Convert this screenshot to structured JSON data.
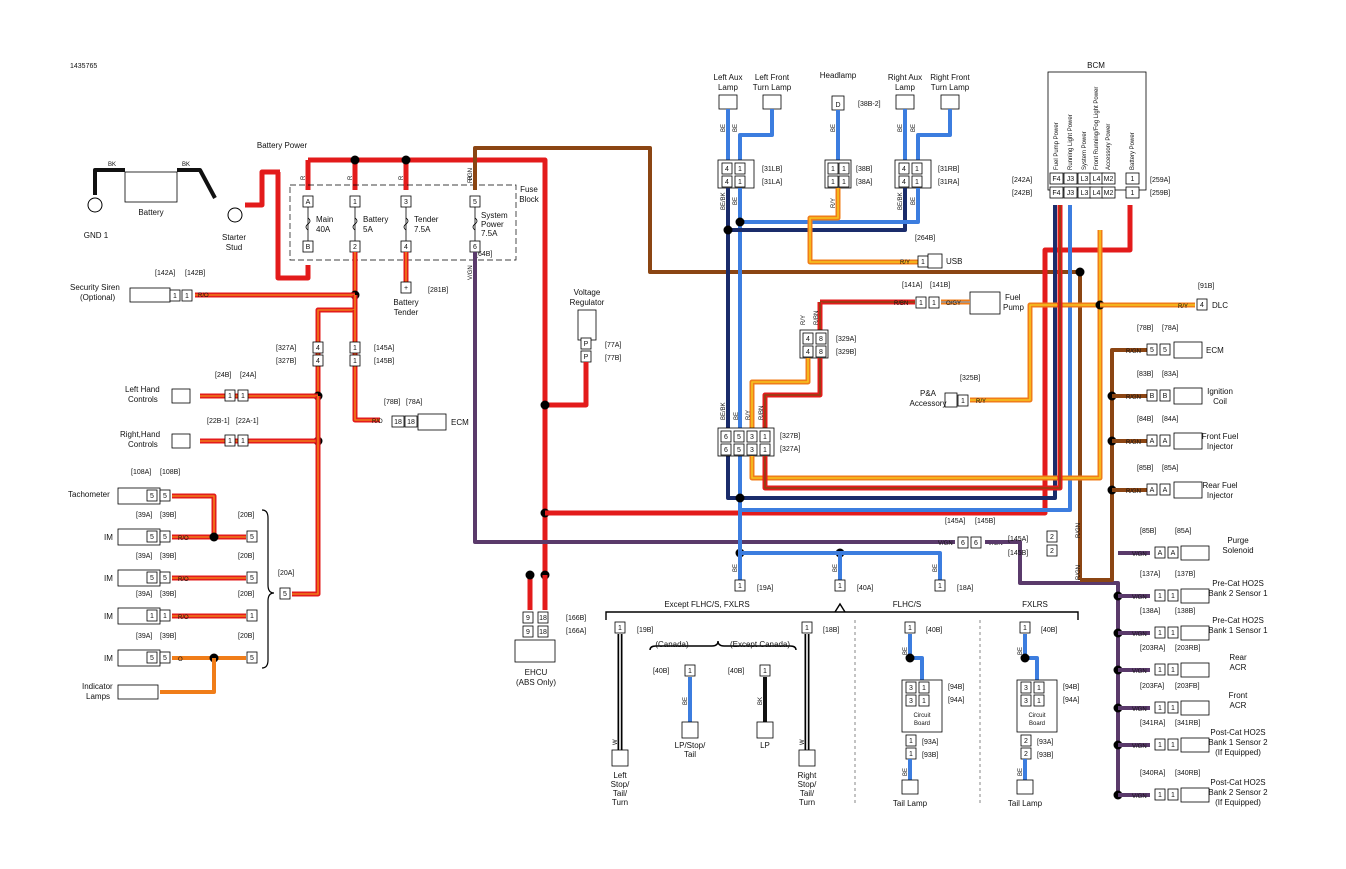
{
  "doc_id": "1435765",
  "colors": {
    "red": "#e31b1b",
    "red_orange": "#e8431c",
    "orange": "#f07d19",
    "yellow": "#f5c51f",
    "blue": "#3c7ddf",
    "navy": "#1a2c6b",
    "brown": "#8b4513",
    "violet": "#5a3a6b",
    "black": "#111111",
    "gray": "#9a9a9a"
  },
  "wire_codes": {
    "R": "R",
    "RO": "R/O",
    "O": "O",
    "W": "W",
    "BK": "BK",
    "BE": "BE",
    "RY": "R/Y",
    "RBN": "R/BN",
    "BEBK": "BE/BK",
    "VGN": "V/GN",
    "RGN": "R/GN",
    "OGY": "O/GY"
  },
  "battery": {
    "title": "Battery Power",
    "battery_label": "Battery",
    "gnd_label": "GND 1",
    "starter_label": "Starter",
    "stud_label": "Stud"
  },
  "fuse_block": {
    "title_line1": "Fuse",
    "title_line2": "Block",
    "connector": "[64B]",
    "fuses": [
      {
        "top": "A",
        "bottom": "B",
        "name": "Main",
        "rating": "40A"
      },
      {
        "top": "1",
        "bottom": "2",
        "name": "Battery",
        "rating": "5A"
      },
      {
        "top": "3",
        "bottom": "4",
        "name": "Tender",
        "rating": "7.5A"
      },
      {
        "top": "5",
        "bottom": "6",
        "name_line1": "System",
        "name_line2": "Power",
        "rating": "7.5A"
      }
    ],
    "tender_pin": "+",
    "tender_conn": "[281B]",
    "tender_label_line1": "Battery",
    "tender_label_line2": "Tender"
  },
  "left_side": {
    "security_siren": {
      "conn_a": "[142A]",
      "conn_b": "[142B]",
      "label_line1": "Security Siren",
      "label_line2": "(Optional)",
      "pin": "1"
    },
    "conn_327": {
      "a": "[327A]",
      "b": "[327B]",
      "pin": "4"
    },
    "conn_145": {
      "a": "[145A]",
      "b": "[145B]",
      "pin": "1"
    },
    "left_hand": {
      "conn_b": "[24B]",
      "conn_a": "[24A]",
      "label_line1": "Left Hand",
      "label_line2": "Controls",
      "pin": "1"
    },
    "right_hand": {
      "conn_b": "[22B-1]",
      "conn_a": "[22A-1]",
      "label_line1": "Right,Hand",
      "label_line2": "Controls",
      "pin": "1"
    },
    "ecm": {
      "conn_b": "[78B]",
      "conn_a": "[78A]",
      "label": "ECM",
      "pin": "18"
    },
    "tachometer": {
      "conn_a": "[108A]",
      "conn_b": "[108B]",
      "label": "Tachometer",
      "pin": "5"
    },
    "im_rows": [
      {
        "conn_a": "[39A]",
        "conn_b": "[39B]",
        "label": "IM",
        "pin": "5",
        "conn_20": "[20B]"
      },
      {
        "conn_a": "[39A]",
        "conn_b": "[39B]",
        "label": "IM",
        "pin": "5",
        "conn_20": "[20B]"
      },
      {
        "conn_a": "[39A]",
        "conn_b": "[39B]",
        "label": "IM",
        "pin": "1",
        "conn_20": "[20B]"
      },
      {
        "conn_a": "[39A]",
        "conn_b": "[39B]",
        "label": "IM",
        "pin": "5",
        "conn_20": "[20B]"
      }
    ],
    "conn_20a": "[20A]",
    "indicator_lamps_line1": "Indicator",
    "indicator_lamps_line2": "Lamps"
  },
  "voltage_regulator": {
    "label_line1": "Voltage",
    "label_line2": "Regulator",
    "pin": "P",
    "conn_a": "[77A]",
    "conn_b": "[77B]"
  },
  "ehcu": {
    "label_line1": "EHCU",
    "label_line2": "(ABS Only)",
    "conn_b": "[166B]",
    "conn_a": "[166A]",
    "pins": [
      "9",
      "18"
    ]
  },
  "top_lamps": {
    "left_aux": {
      "label_line1": "Left Aux",
      "label_line2": "Lamp"
    },
    "left_front_turn": {
      "label_line1": "Left Front",
      "label_line2": "Turn Lamp"
    },
    "headlamp": {
      "label": "Headlamp",
      "pin": "D",
      "conn": "[38B-2]"
    },
    "right_aux": {
      "label_line1": "Right Aux",
      "label_line2": "Lamp"
    },
    "right_front_turn": {
      "label_line1": "Right Front",
      "label_line2": "Turn Lamp"
    },
    "conn_31l": {
      "b": "[31LB]",
      "a": "[31LA]"
    },
    "conn_38": {
      "b": "[38B]",
      "a": "[38A]"
    },
    "conn_31r": {
      "b": "[31RB]",
      "a": "[31RA]"
    }
  },
  "middle": {
    "usb": {
      "conn": "[264B]",
      "label": "USB",
      "pin": "1"
    },
    "fuel_pump": {
      "conn_a": "[141A]",
      "conn_b": "[141B]",
      "label_line1": "Fuel",
      "label_line2": "Pump",
      "pin": "1"
    },
    "conn_329": {
      "a": "[329A]",
      "b": "[329B]",
      "pins": [
        "4",
        "8"
      ]
    },
    "pa": {
      "conn": "[325B]",
      "label_line1": "P&A",
      "label_line2": "Accessory",
      "pin": "1"
    },
    "conn_327": {
      "b": "[327B]",
      "a": "[327A]",
      "pins": [
        "6",
        "5",
        "3",
        "1"
      ]
    },
    "bottom_conns": {
      "c19": "[19A]",
      "c40": "[40A]",
      "c18": "[18A]"
    }
  },
  "bcm": {
    "title": "BCM",
    "columns": [
      "Fuel Pump Power",
      "Running Light Power",
      "System Power",
      "Front Running/Fog Light Power",
      "Accessory Power",
      "Battery Power"
    ],
    "pins": [
      "F4",
      "J3",
      "L3",
      "L4",
      "M2",
      "1"
    ],
    "conn_242a": "[242A]",
    "conn_242b": "[242B]",
    "conn_259a": "[259A]",
    "conn_259b": "[259B]"
  },
  "right_side": {
    "dlc": {
      "conn": "[91B]",
      "label": "DLC",
      "pin": "4"
    },
    "ecm": {
      "conn_b": "[78B]",
      "conn_a": "[78A]",
      "label": "ECM",
      "pin": "5"
    },
    "ignition_coil": {
      "conn_b": "[83B]",
      "conn_a": "[83A]",
      "label_line1": "Ignition",
      "label_line2": "Coil",
      "pin": "B"
    },
    "front_injector": {
      "conn_b": "[84B]",
      "conn_a": "[84A]",
      "label_line1": "Front Fuel",
      "label_line2": "Injector",
      "pin": "A"
    },
    "rear_injector": {
      "conn_b": "[85B]",
      "conn_a": "[85A]",
      "label_line1": "Rear Fuel",
      "label_line2": "Injector",
      "pin": "A"
    },
    "conn_145_mid": {
      "a": "[145A]",
      "b": "[145B]",
      "pin": "6"
    },
    "conn_145_right": {
      "a": "[145A]",
      "b": "[145B]",
      "pin": "2"
    },
    "sensors": [
      {
        "conn_a": "[85B]",
        "conn_b": "[85A]",
        "pin": "A",
        "label_line1": "Purge",
        "label_line2": "Solenoid",
        "label_line3": ""
      },
      {
        "conn_a": "[137A]",
        "conn_b": "[137B]",
        "pin": "1",
        "label_line1": "Pre-Cat HO2S",
        "label_line2": "Bank 2 Sensor 1",
        "label_line3": ""
      },
      {
        "conn_a": "[138A]",
        "conn_b": "[138B]",
        "pin": "1",
        "label_line1": "Pre-Cat HO2S",
        "label_line2": "Bank 1 Sensor 1",
        "label_line3": ""
      },
      {
        "conn_a": "[203RA]",
        "conn_b": "[203RB]",
        "pin": "1",
        "label_line1": "Rear",
        "label_line2": "ACR",
        "label_line3": ""
      },
      {
        "conn_a": "[203FA]",
        "conn_b": "[203FB]",
        "pin": "1",
        "label_line1": "Front",
        "label_line2": "ACR",
        "label_line3": ""
      },
      {
        "conn_a": "[341RA]",
        "conn_b": "[341RB]",
        "pin": "1",
        "label_line1": "Post-Cat HO2S",
        "label_line2": "Bank 1 Sensor 2",
        "label_line3": "(If Equipped)"
      },
      {
        "conn_a": "[340RA]",
        "conn_b": "[340RB]",
        "pin": "1",
        "label_line1": "Post-Cat HO2S",
        "label_line2": "Bank 2 Sensor 2",
        "label_line3": "(If Equipped)"
      }
    ]
  },
  "bottom": {
    "group_except": "Except FLHC/S, FXLRS",
    "group_flhcs": "FLHC/S",
    "group_fxlrs": "FXLRS",
    "canada": "(Canada)",
    "except_canada": "(Except Canada)",
    "c19b": "[19B]",
    "c18b": "[18B]",
    "c40b": "[40B]",
    "left_stop": [
      "Left",
      "Stop/",
      "Tail/",
      "Turn"
    ],
    "right_stop": [
      "Right",
      "Stop/",
      "Tail/",
      "Turn"
    ],
    "lp_stop_tail": [
      "LP/Stop/",
      "Tail"
    ],
    "lp": "LP",
    "c94b": "[94B]",
    "c94a": "[94A]",
    "c93a": "[93A]",
    "c93b": "[93B]",
    "circuit_board_line1": "Circuit",
    "circuit_board_line2": "Board",
    "tail_lamp": "Tail Lamp"
  }
}
